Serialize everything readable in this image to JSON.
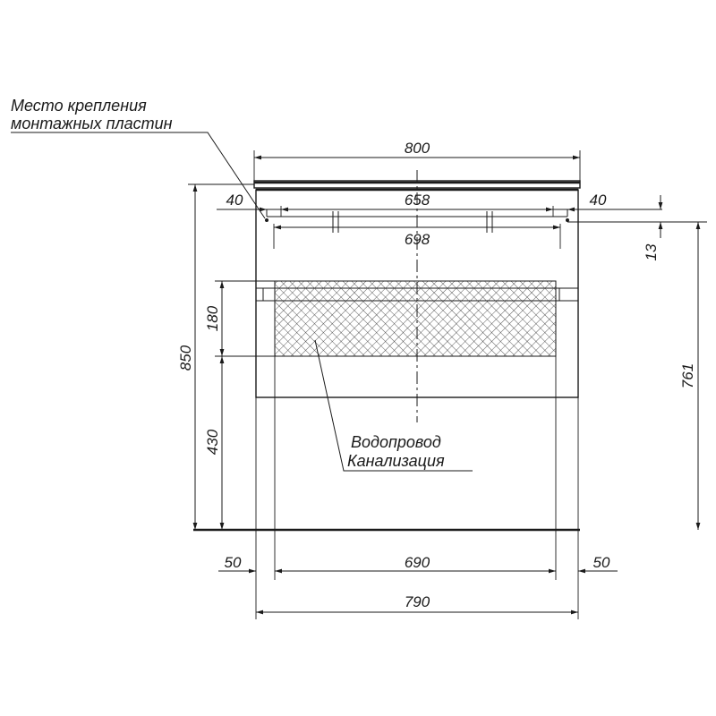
{
  "labels": {
    "mount_line1": "Место крепления",
    "mount_line2": "монтажных пластин",
    "plumbing_line1": "Водопровод",
    "plumbing_line2": "Канализация"
  },
  "dimensions": {
    "total_width": "800",
    "mount_spacing": "658",
    "mount_offset_left": "40",
    "mount_offset_right": "40",
    "inner_width": "698",
    "mount_drop": "13",
    "total_height": "850",
    "mount_height": "761",
    "zone_height": "180",
    "zone_floor_height": "430",
    "side_left": "50",
    "inner_span": "690",
    "side_right": "50",
    "body_width": "790"
  },
  "colors": {
    "ink": "#1a1a1a",
    "background": "#ffffff"
  }
}
